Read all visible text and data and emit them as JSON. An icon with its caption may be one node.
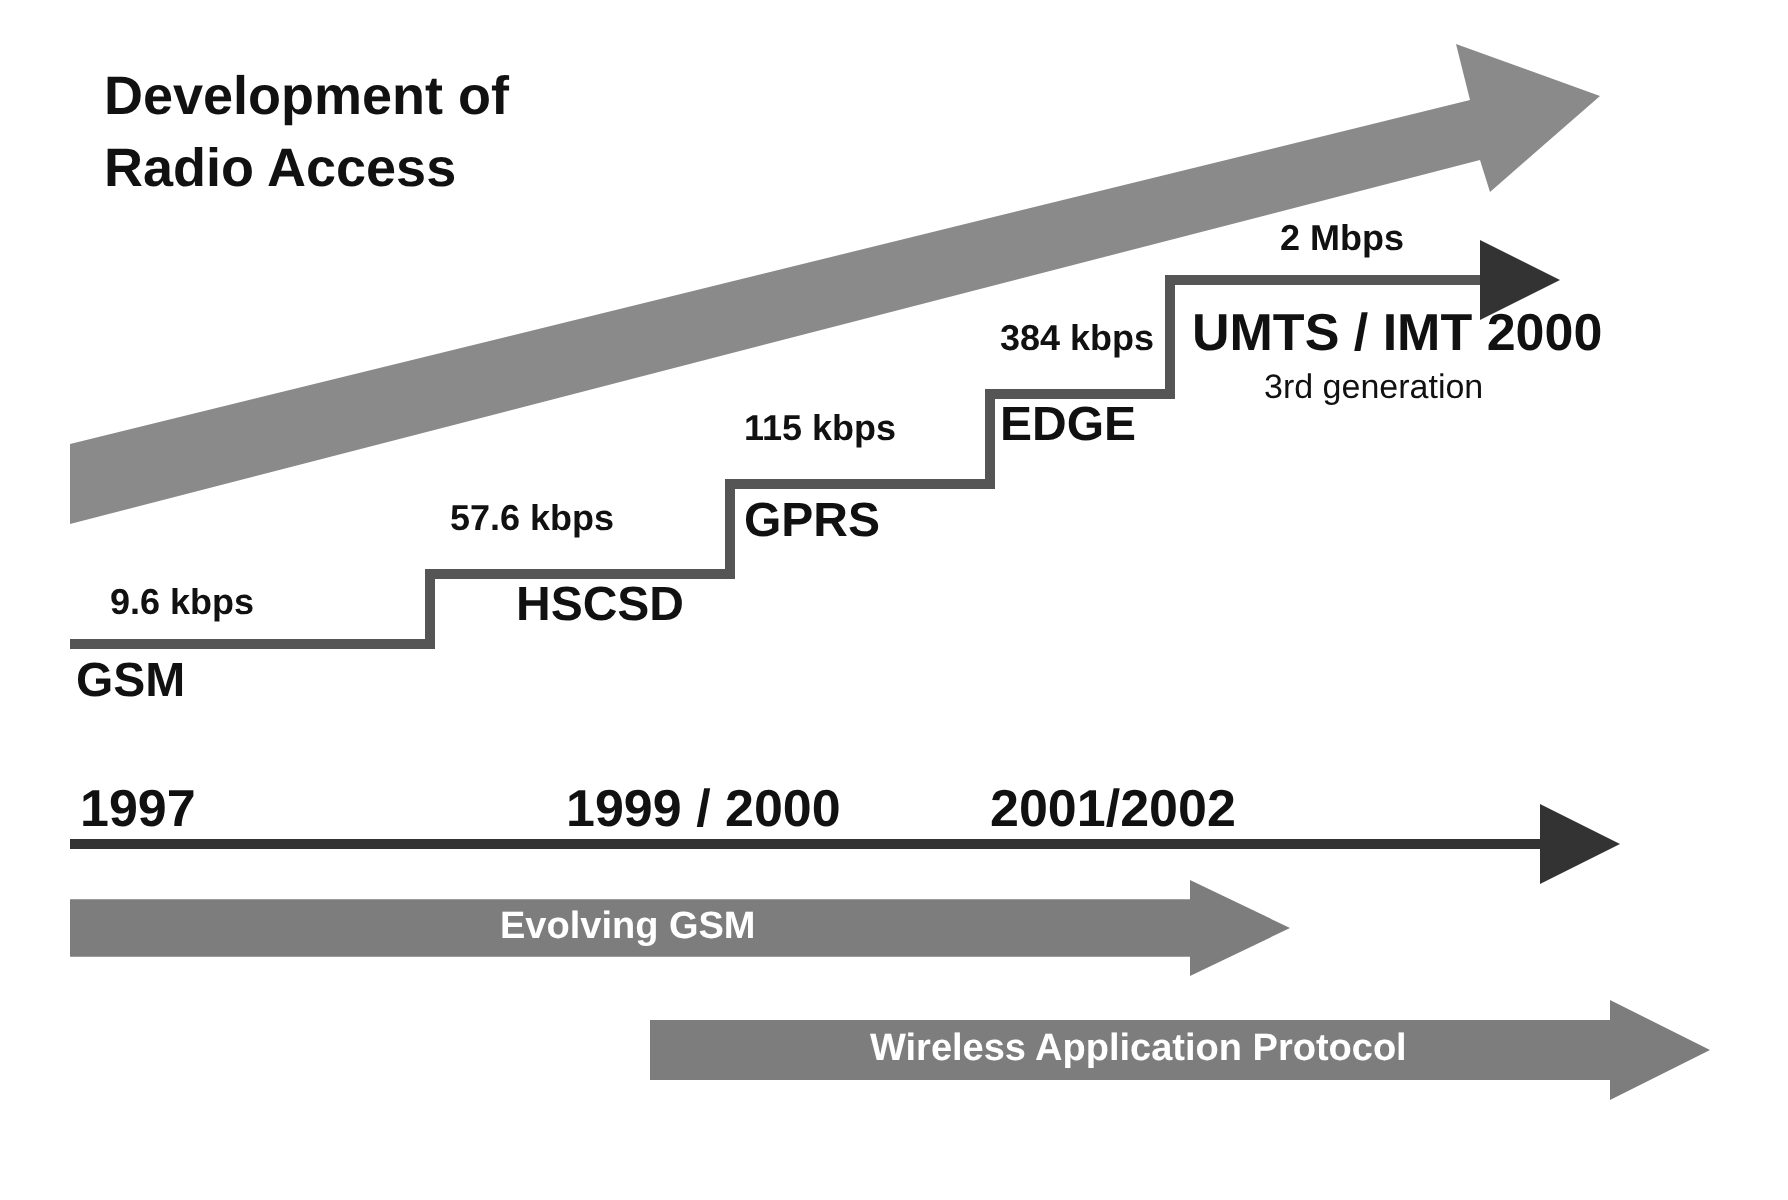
{
  "diagram": {
    "title": "Development of Radio Access",
    "nodes": [
      {
        "text": [
          "Evolving GSM"
        ]
      },
      {
        "text": [
          "Wireless Application Protocol"
        ]
      }
    ],
    "labels": [
      "2 Mbps",
      "384 kbps",
      "UMTS / IMT 2000",
      "3rd generation",
      "115 kbps",
      "EDGE",
      "57.6 kbps",
      "GPRS",
      "9.6 kbps",
      "HSCSD",
      "GSM",
      "1997",
      "1999 / 2000",
      "2001/2002"
    ]
  }
}
